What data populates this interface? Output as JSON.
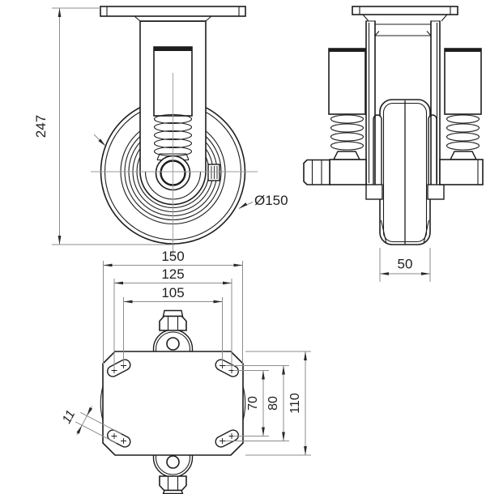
{
  "colors": {
    "background": "#ffffff",
    "object_line": "#1d1d1d",
    "dimension_line": "#8d8d8d",
    "text": "#1f1f1f"
  },
  "front_view": {
    "overall_height": "247",
    "wheel_diameter": "Ø150"
  },
  "side_view": {
    "wheel_width": "50"
  },
  "plan_view": {
    "plate_width": "150",
    "bolt_span_outer": "125",
    "bolt_span_inner": "105",
    "bolt_rows_inner": "70",
    "bolt_rows_outer": "80",
    "plate_depth": "110",
    "slot_width": "11"
  }
}
